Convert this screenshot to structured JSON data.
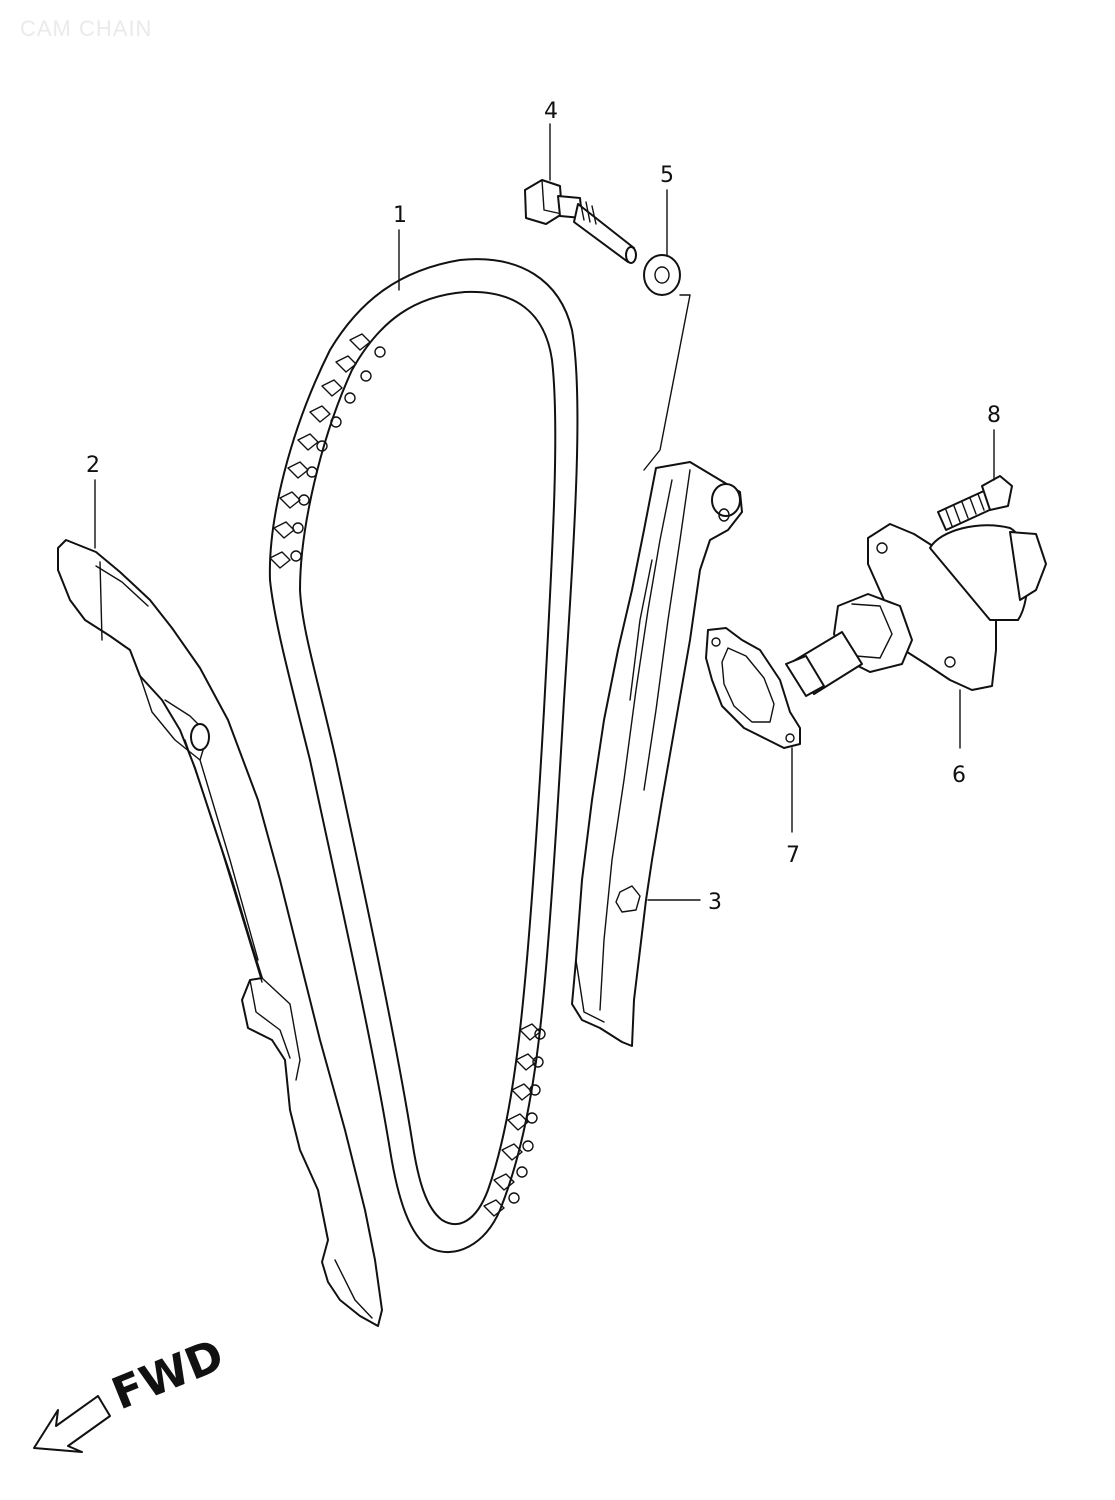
{
  "title": "CAM CHAIN",
  "direction_label": "FWD",
  "callouts": [
    {
      "id": "1",
      "label": "1"
    },
    {
      "id": "2",
      "label": "2"
    },
    {
      "id": "3",
      "label": "3"
    },
    {
      "id": "4",
      "label": "4"
    },
    {
      "id": "5",
      "label": "5"
    },
    {
      "id": "6",
      "label": "6"
    },
    {
      "id": "7",
      "label": "7"
    },
    {
      "id": "8",
      "label": "8"
    }
  ]
}
